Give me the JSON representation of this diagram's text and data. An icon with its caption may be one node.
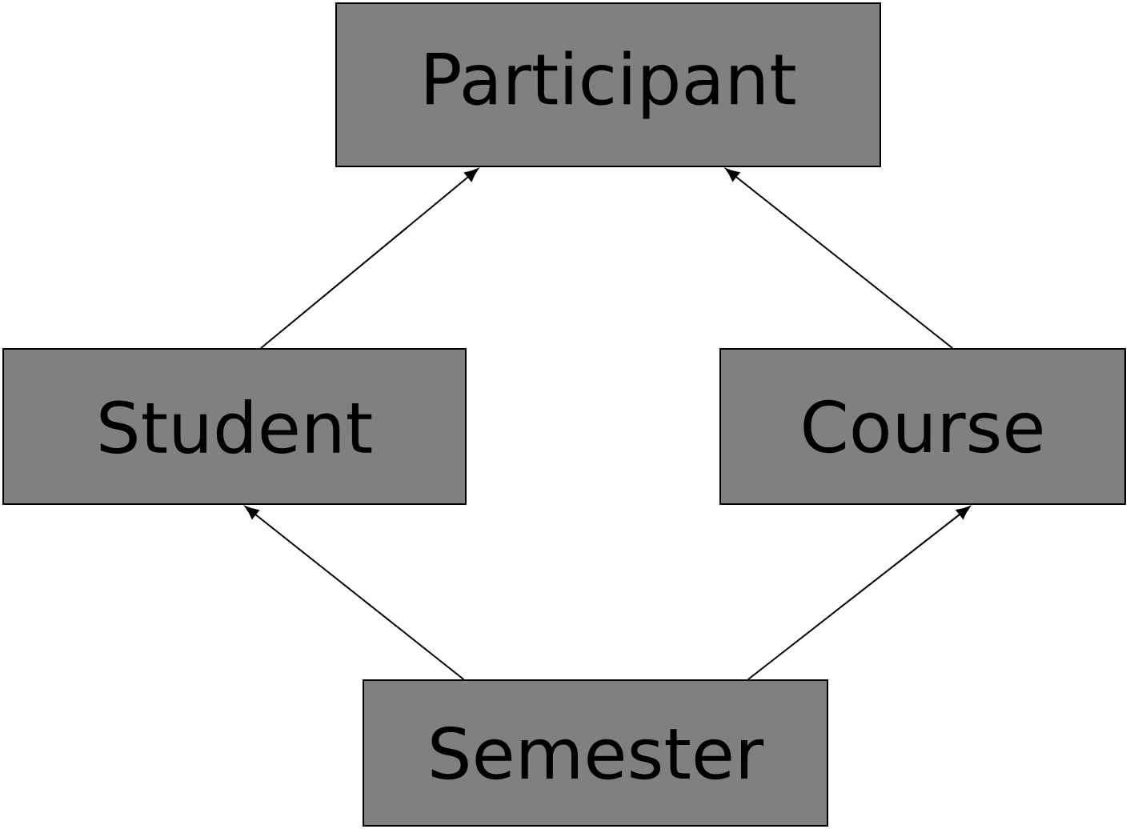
{
  "diagram": {
    "nodes": [
      {
        "text": [
          "Participant"
        ]
      },
      {
        "text": [
          "Student"
        ]
      },
      {
        "text": [
          "Course"
        ]
      },
      {
        "text": [
          "Semester"
        ]
      }
    ],
    "edges": [
      {
        "from": 1,
        "to": 0,
        "arrow": "to"
      },
      {
        "from": 2,
        "to": 0,
        "arrow": "to"
      },
      {
        "from": 3,
        "to": 1,
        "arrow": "to"
      },
      {
        "from": 3,
        "to": 2,
        "arrow": "to"
      }
    ]
  }
}
